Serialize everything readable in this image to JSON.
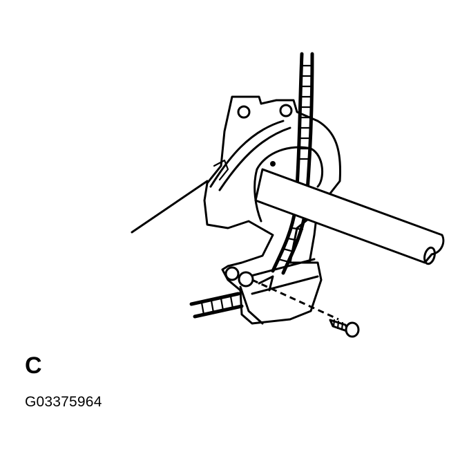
{
  "figure": {
    "callout_label": "C",
    "figure_id": "G03375964",
    "components": [
      {
        "name": "bracket",
        "icon": "bracket-icon"
      },
      {
        "name": "cable",
        "icon": "cable-icon"
      },
      {
        "name": "rod",
        "icon": "rod-icon"
      },
      {
        "name": "screw",
        "icon": "screw-icon"
      },
      {
        "name": "leader-line",
        "icon": "leader-line-icon"
      }
    ],
    "colors": {
      "line": "#000000",
      "background": "#ffffff"
    }
  }
}
